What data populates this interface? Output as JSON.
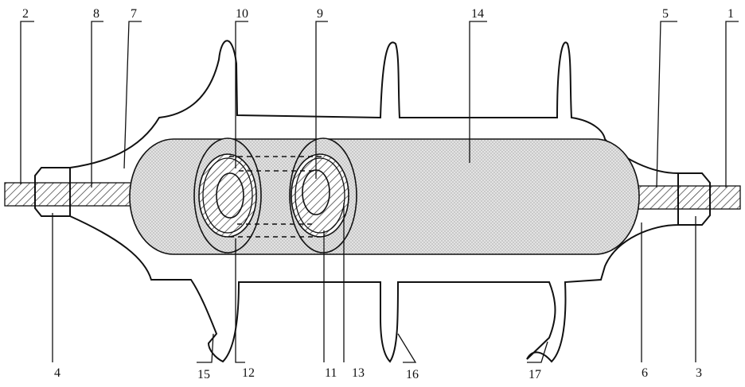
{
  "diagram": {
    "labels": {
      "l1": "1",
      "l2": "2",
      "l3": "3",
      "l4": "4",
      "l5": "5",
      "l6": "6",
      "l7": "7",
      "l8": "8",
      "l9": "9",
      "l10": "10",
      "l11": "11",
      "l12": "12",
      "l13": "13",
      "l14": "14",
      "l15": "15",
      "l16": "16",
      "l17": "17"
    },
    "colors": {
      "line": "#111111",
      "core_fill": "#d9d9d9",
      "background": "#ffffff"
    }
  }
}
